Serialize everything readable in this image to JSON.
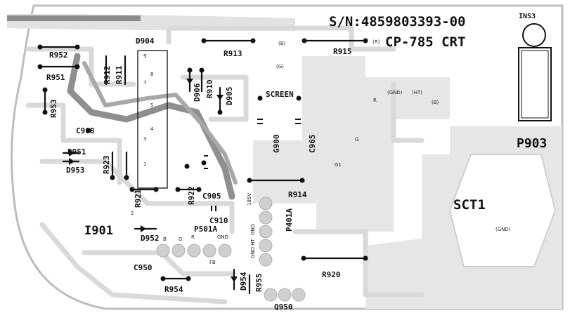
{
  "board": {
    "serial": "S/N:4859803393-00",
    "model": "CP-785 CRT",
    "connector_top": "INS3",
    "connector_right": "P903",
    "transformer": "SCT1",
    "socket": "I901"
  },
  "labels": {
    "R952": "R952",
    "R951": "R951",
    "R953": "R953",
    "R912": "R912",
    "R911": "R911",
    "D904": "D904",
    "R913": "R913",
    "R915": "R915",
    "R910": "R910",
    "D906": "D906",
    "D905": "D905",
    "SCREEN": "SCREEN",
    "C968": "C968",
    "D951": "D951",
    "D953": "D953",
    "R923": "R923",
    "G900": "G900",
    "C965": "C965",
    "R921": "R921",
    "R922": "R922",
    "C905": "C905",
    "R914": "R914",
    "C910": "C910",
    "P401A": "P401A",
    "P501A": "P501A",
    "D952": "D952",
    "C950": "C950",
    "R954": "R954",
    "D954": "D954",
    "R955": "R955",
    "Q950": "Q950",
    "R920": "R920",
    "FB": "FB"
  },
  "small_labels": {
    "B_top": "(B)",
    "R_top": "(R)",
    "G_paren": "(G)",
    "GND_mid": "(GND)",
    "HT_mid": "(HT)",
    "B_mid": "(B)",
    "R_plain": "R",
    "G_plain": "G",
    "G1": "G1",
    "GND_right": "(GND)",
    "v185": "185V",
    "GND_p401": "GND",
    "GNDHT": "GND HT",
    "p501_B": "B",
    "p501_G": "G",
    "p501_R": "R",
    "p501_GND": "GND",
    "n2": "2",
    "ic9": "9",
    "ic8": "8",
    "ic7": "7",
    "ic5": "5",
    "ic4": "4",
    "ic3": "3",
    "ic1": "1"
  }
}
